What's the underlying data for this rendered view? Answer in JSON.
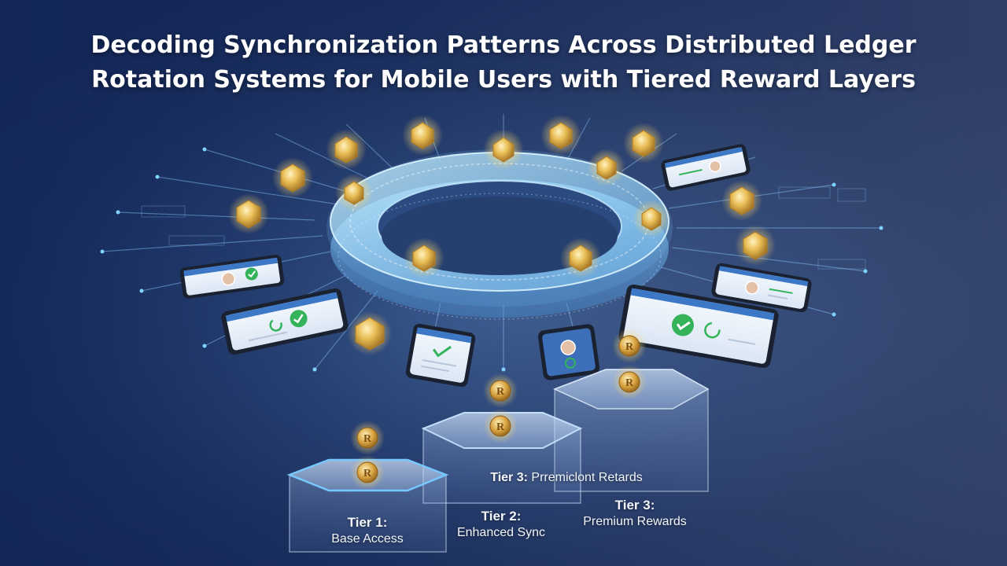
{
  "title": {
    "line1": "Decoding Synchronization Patterns Across Distributed Ledger",
    "line2": "Rotation Systems for Mobile Users with Tiered Reward Layers"
  },
  "tiers": [
    {
      "name": "Tier 1:",
      "desc": "Base Access"
    },
    {
      "name": "Tier 2:",
      "desc": "Enhanced Sync"
    },
    {
      "name": "Tier 3:",
      "desc": "Premium Rewards"
    }
  ],
  "overlay_label": {
    "name": "Tier 3:",
    "desc": "Prremiclont Retards"
  },
  "coin_symbol": "R",
  "colors": {
    "background": "#1d3260",
    "ring_glow": "#7fd3ff",
    "gem": "#e8b94a",
    "coin": "#d9a441",
    "check_green": "#34b35a",
    "phone_screen": "#eef3fa"
  },
  "icons": [
    "blockchain-ring-icon",
    "gold-node-icon",
    "smartphone-icon",
    "tablet-icon",
    "checkmark-icon",
    "reward-coin-icon",
    "pedestal-icon"
  ]
}
